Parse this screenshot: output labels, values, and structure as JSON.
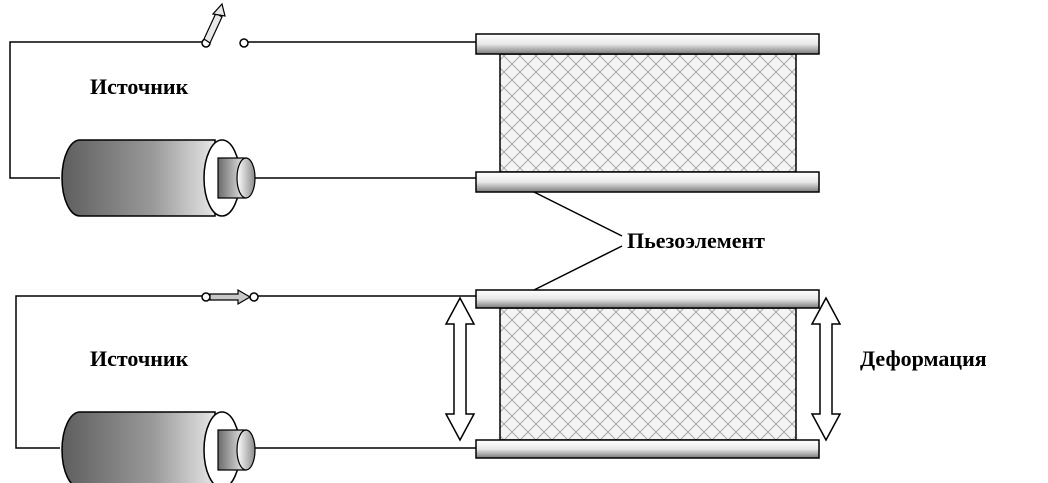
{
  "labels": {
    "source_top": "Источник",
    "source_bottom": "Источник",
    "piezo": "Пьезоэлемент",
    "deformation": "Деформация"
  },
  "states": {
    "top_switch": "open",
    "bottom_switch": "closed"
  }
}
